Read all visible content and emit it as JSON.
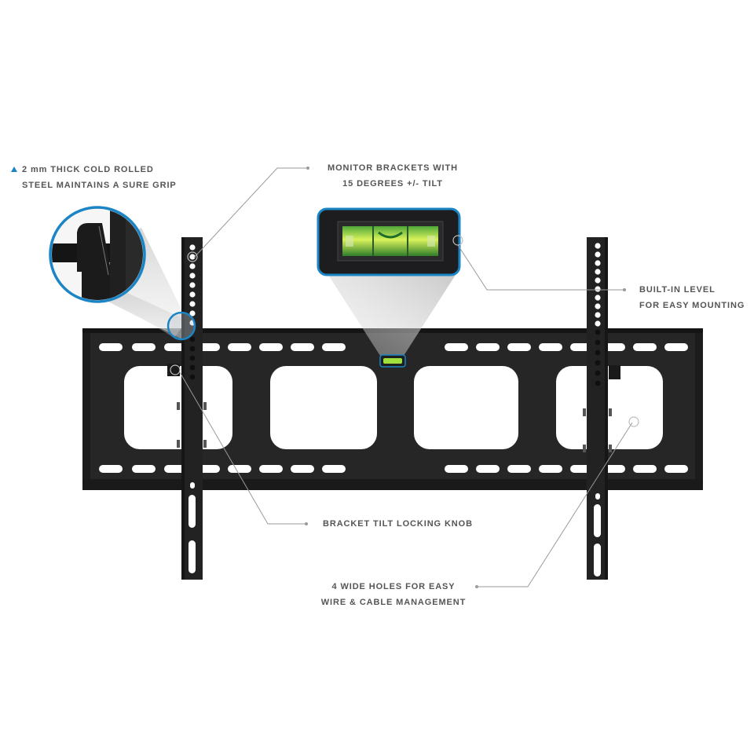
{
  "colors": {
    "background": "#ffffff",
    "steel": "#262626",
    "steel_edge": "#111111",
    "accent_blue": "#1a84c4",
    "level_green": "#8fd33a",
    "callout_text": "#555555",
    "leader_line": "#9a9a9a"
  },
  "callouts": {
    "steel": {
      "icon": "triangle-bullet-icon",
      "line1": "2 mm THICK COLD ROLLED",
      "line2": "STEEL MAINTAINS A SURE GRIP"
    },
    "tilt": {
      "line1": "MONITOR BRACKETS WITH",
      "line2": "15 DEGREES +/- TILT"
    },
    "level": {
      "line1": "BUILT-IN LEVEL",
      "line2": "FOR EASY MOUNTING"
    },
    "knob": {
      "line1": "BRACKET TILT LOCKING KNOB"
    },
    "holes": {
      "line1": "4 WIDE HOLES FOR EASY",
      "line2": "WIRE & CABLE MANAGEMENT"
    }
  },
  "product": {
    "name": "tilting-tv-wall-mount",
    "wide_holes": 4,
    "vertical_brackets": 2,
    "detail_insets": [
      "steel-thickness-zoom",
      "bubble-level-zoom"
    ]
  }
}
